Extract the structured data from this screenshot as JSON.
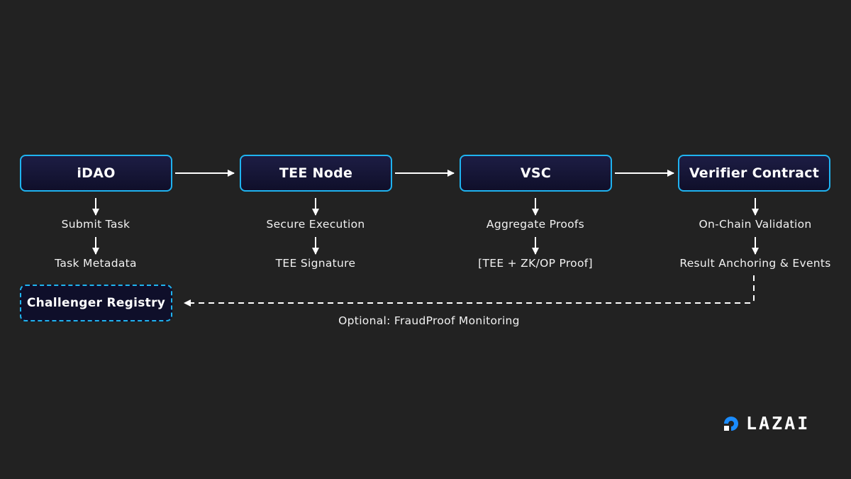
{
  "nodes": {
    "idao": "iDAO",
    "tee_node": "TEE Node",
    "vsc": "VSC",
    "verifier_contract": "Verifier Contract",
    "challenger_registry": "Challenger Registry"
  },
  "steps": {
    "idao": [
      "Submit Task",
      "Task Metadata"
    ],
    "tee_node": [
      "Secure Execution",
      "TEE Signature"
    ],
    "vsc": [
      "Aggregate Proofs",
      "[TEE + ZK/OP Proof]"
    ],
    "verifier_contract": [
      "On-Chain Validation",
      "Result Anchoring & Events"
    ]
  },
  "fraud_path_label": "Optional: FraudProof Monitoring",
  "logo": {
    "text": "LAZAI",
    "icon": "lazai-logo-icon"
  },
  "colors": {
    "background": "#222222",
    "node_border": "#1fb3f0",
    "node_fill": "#14143a",
    "arrow": "#ffffff"
  }
}
